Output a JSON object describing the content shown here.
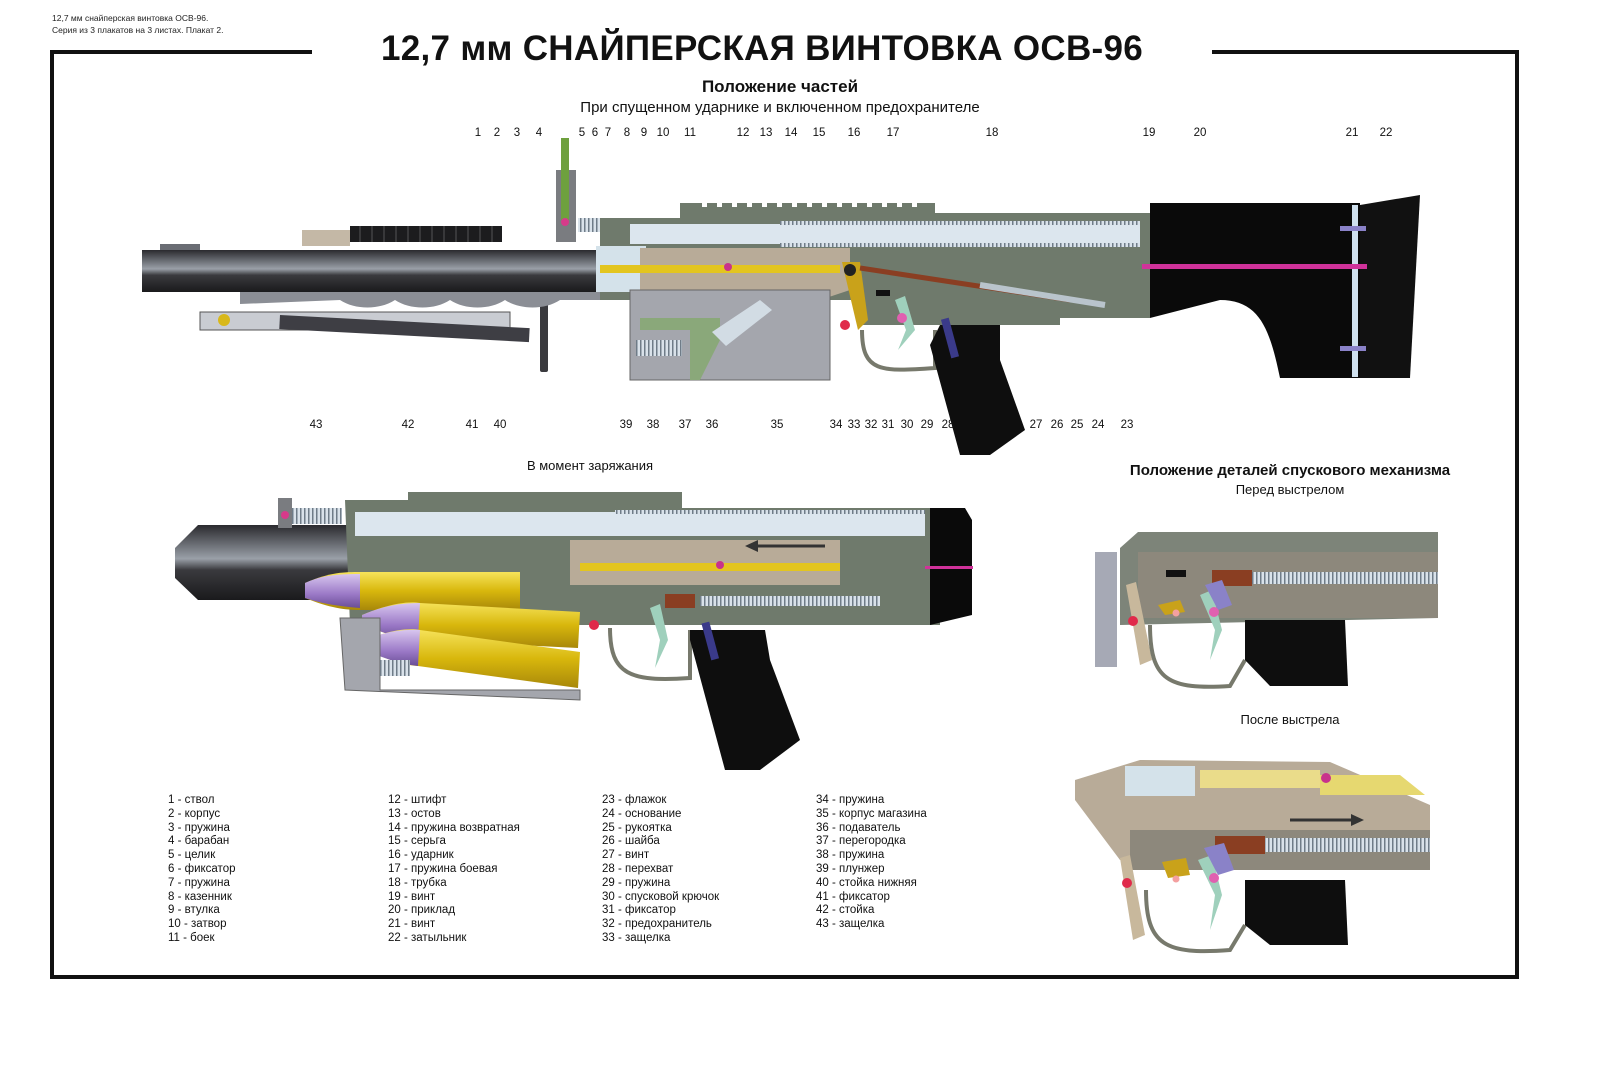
{
  "header": {
    "series_note_line1": "12,7 мм снайперская винтовка ОСВ-96.",
    "series_note_line2": "Серия из 3 плакатов на 3 листах. Плакат 2.",
    "title": "12,7 мм СНАЙПЕРСКАЯ ВИНТОВКА ОСВ-96"
  },
  "sections": {
    "main_heading": "Положение частей",
    "main_subheading": "При спущенном ударнике и включенном предохранителе",
    "loading_heading": "В момент заряжания",
    "trigger_heading": "Положение деталей спускового механизма",
    "trigger_before": "Перед выстрелом",
    "trigger_after": "После выстрела"
  },
  "callouts_top": [
    "1",
    "2",
    "3",
    "4",
    "5",
    "6",
    "7",
    "8",
    "9",
    "10",
    "11",
    "12",
    "13",
    "14",
    "15",
    "16",
    "17",
    "18",
    "19",
    "20",
    "21",
    "22"
  ],
  "callouts_bottom": [
    "43",
    "42",
    "41",
    "40",
    "39",
    "38",
    "37",
    "36",
    "35",
    "34",
    "33",
    "32",
    "31",
    "30",
    "29",
    "28",
    "27",
    "26",
    "25",
    "24",
    "23"
  ],
  "legend": {
    "col1": [
      "1 - ствол",
      "2 - корпус",
      "3 - пружина",
      "4 - барабан",
      "5 - целик",
      "6 - фиксатор",
      "7 - пружина",
      "8 - казенник",
      "9 - втулка",
      "10 - затвор",
      "11 - боек"
    ],
    "col2": [
      "12 - штифт",
      "13 - остов",
      "14 - пружина возвратная",
      "15 - серьга",
      "16 - ударник",
      "17 - пружина боевая",
      "18 - трубка",
      "19 - винт",
      "20 - приклад",
      "21 - винт",
      "22 - затыльник"
    ],
    "col3": [
      "23 - флажок",
      "24 - основание",
      "25 - рукоятка",
      "26 - шайба",
      "27 - винт",
      "28 - перехват",
      "29 - пружина",
      "30 - спусковой крючок",
      "31 - фиксатор",
      "32 - предохранитель",
      "33 - защелка"
    ],
    "col4": [
      "34 - пружина",
      "35 - корпус магазина",
      "36 - подаватель",
      "37 - перегородка",
      "38 - пружина",
      "39 - плунжер",
      "40 - стойка нижняя",
      "41 - фиксатор",
      "42 - стойка",
      "43 - защелка"
    ]
  },
  "colors": {
    "receiver": "#6f7a6c",
    "bolt_carrier": "#b8ab98",
    "brass": "#e3c51f",
    "bullet": "#a98ad0",
    "stock": "#0a0a0a",
    "pink_rod": "#d0329a",
    "trigger": "#9fd0bc",
    "copper": "#8a3e22"
  }
}
